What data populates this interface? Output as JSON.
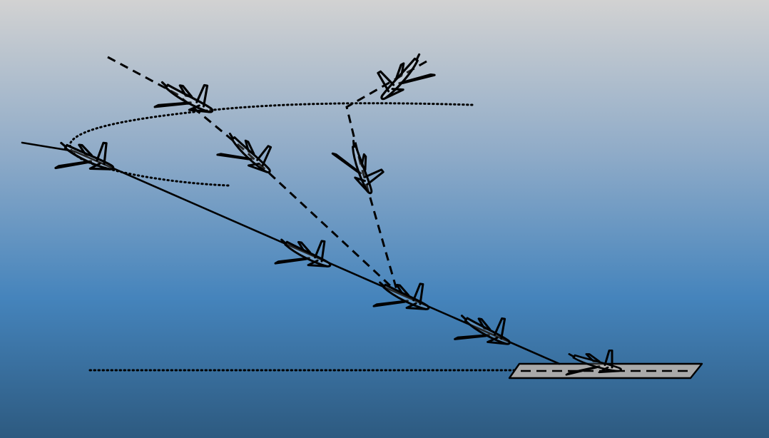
{
  "colors": {
    "sky_top": "#d0d0d0",
    "sky_mid": "#8aa8c8",
    "sky_low": "#3f7fb8",
    "sky_bottom": "#2d5a80",
    "runway": "#a9a9a9",
    "lines": "#000000"
  },
  "icons": [
    "airplane-icon"
  ],
  "description": {
    "aircraft_count": 9,
    "paths": [
      "approach-path",
      "go-around-path",
      "go-around-path-2",
      "circling-path",
      "ground-level-line"
    ],
    "line_styles": {
      "approach-path": "solid",
      "go-around-path": "dashed",
      "go-around-path-2": "dashed",
      "circling-path": "dotted",
      "ground-level-line": "dotted"
    }
  }
}
